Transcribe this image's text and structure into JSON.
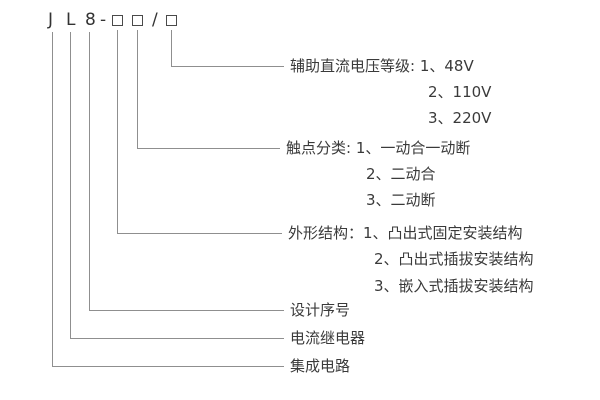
{
  "model_code": {
    "prefix_chars": [
      "J",
      "L",
      "8"
    ],
    "dash": "-",
    "slash": "/"
  },
  "annotations": {
    "aux_voltage": {
      "main": "辅助直流电压等级: 1、48V",
      "opt2": "2、110V",
      "opt3": "3、220V"
    },
    "contact_type": {
      "main": "触点分类: 1、一动合一动断",
      "opt2": "2、二动合",
      "opt3": "3、二动断"
    },
    "structure": {
      "main": "外形结构：1、凸出式固定安装结构",
      "opt2": "2、凸出式插拔安装结构",
      "opt3": "3、嵌入式插拔安装结构"
    },
    "design_serial": "设计序号",
    "current_relay": "电流继电器",
    "integrated_circuit": "集成电路"
  }
}
